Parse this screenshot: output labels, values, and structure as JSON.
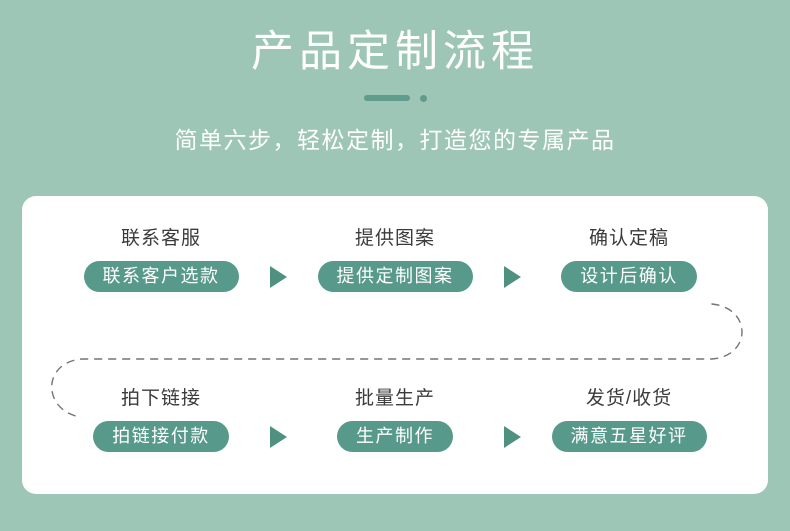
{
  "header": {
    "title": "产品定制流程",
    "subtitle": "简单六步，轻松定制，打造您的专属产品",
    "divider_icon": "bar-dot-divider"
  },
  "theme": {
    "background": "#9ec6b7",
    "card_background": "#ffffff",
    "pill_green": "#57998a",
    "arrow_green": "#4f9080",
    "divider_green": "#5f9c8b",
    "title_color": "#ffffff",
    "step_title_color": "#3b3b3b"
  },
  "flow": {
    "arrow_icon": "triangle-right-icon",
    "connector_icon": "dashed-curve-connector",
    "rows": [
      {
        "steps": [
          {
            "title": "联系客服",
            "pill": "联系客户选款"
          },
          {
            "title": "提供图案",
            "pill": "提供定制图案"
          },
          {
            "title": "确认定稿",
            "pill": "设计后确认"
          }
        ]
      },
      {
        "steps": [
          {
            "title": "拍下链接",
            "pill": "拍链接付款"
          },
          {
            "title": "批量生产",
            "pill": "生产制作"
          },
          {
            "title": "发货/收货",
            "pill": "满意五星好评"
          }
        ]
      }
    ]
  }
}
